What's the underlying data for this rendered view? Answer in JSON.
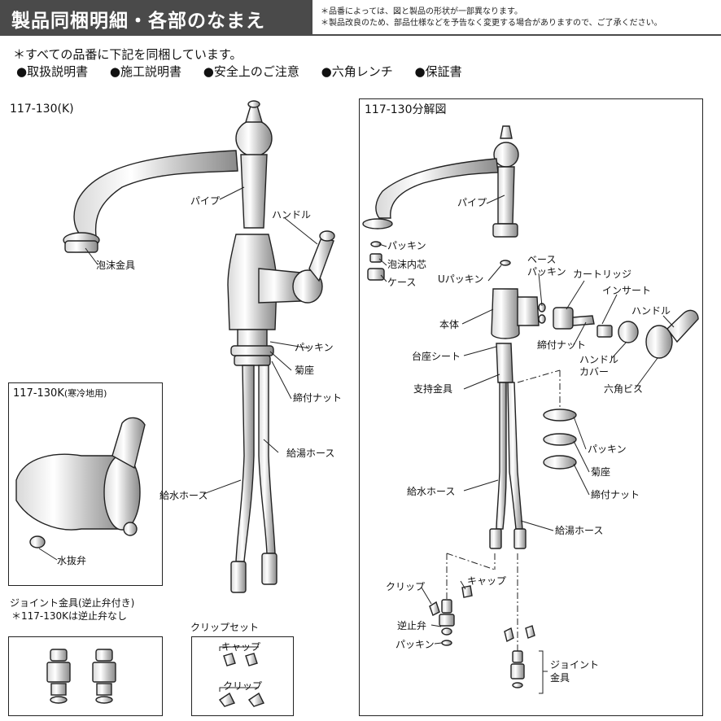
{
  "header": {
    "title": "製品同梱明細・各部のなまえ",
    "notes": [
      "＊品番によっては、図と製品の形状が一部異なります。",
      "＊製品改良のため、部品仕様などを予告なく変更する場合がありますので、ご了承ください。"
    ]
  },
  "bundled": {
    "intro": "＊すべての品番に下記を同梱しています。",
    "items": [
      "●取扱説明書",
      "●施工説明書",
      "●安全上のご注意",
      "●六角レンチ",
      "●保証書"
    ]
  },
  "left": {
    "model": "117-130(K)",
    "labels": {
      "pipe": "パイプ",
      "handle": "ハンドル",
      "aerator": "泡沫金具",
      "packing": "パッキン",
      "kikuza": "菊座",
      "nut": "締付ナット",
      "hot_hose": "給湯ホース",
      "cold_hose": "給水ホース"
    }
  },
  "cold_region": {
    "title": "117-130K",
    "subtitle": "(寒冷地用)",
    "drain_valve": "水抜弁"
  },
  "joint": {
    "title": "ジョイント金具(逆止弁付き)",
    "note": "＊117-130Kは逆止弁なし"
  },
  "clip_set": {
    "title": "クリップセット",
    "cap": "キャップ",
    "clip": "クリップ"
  },
  "exploded": {
    "title": "117-130分解図",
    "labels": {
      "pipe": "パイプ",
      "packing": "パッキン",
      "aerator_core": "泡沫内芯",
      "case": "ケース",
      "u_packing": "Uパッキン",
      "base_packing_1": "ベース",
      "base_packing_2": "パッキン",
      "cartridge": "カートリッジ",
      "insert": "インサート",
      "handle": "ハンドル",
      "body": "本体",
      "tighten_nut": "締付ナット",
      "handle_cover_1": "ハンドル",
      "handle_cover_2": "カバー",
      "base_sheet": "台座シート",
      "hex_screw": "六角ビス",
      "support": "支持金具",
      "packing2": "パッキン",
      "kikuza": "菊座",
      "nut2": "締付ナット",
      "cold_hose": "給水ホース",
      "hot_hose": "給湯ホース",
      "clip": "クリップ",
      "cap": "キャップ",
      "check_valve": "逆止弁",
      "packing3": "パッキン",
      "joint_1": "ジョイント",
      "joint_2": "金具"
    }
  }
}
